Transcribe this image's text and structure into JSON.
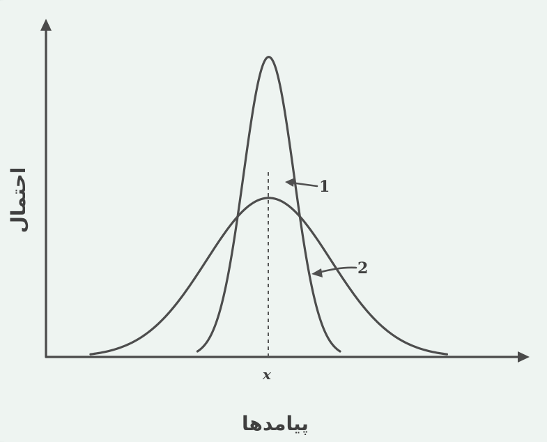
{
  "chart_data": {
    "type": "line",
    "xlabel": "پیامدها",
    "ylabel": "احتمال",
    "x_marker_label": "x",
    "series": [
      {
        "name": "1",
        "center": 0,
        "sigma": 0.85,
        "peak": 1.0,
        "support": [
          -2.4,
          2.4
        ]
      },
      {
        "name": "2",
        "center": 0,
        "sigma": 2.1,
        "peak": 0.53,
        "support": [
          -6.0,
          6.0
        ]
      }
    ],
    "xlim": [
      -7.5,
      8.5
    ],
    "ylim": [
      0,
      1.12
    ],
    "grid": false,
    "colors": {
      "curves": "#4d4d4d",
      "axes": "#4a4a4a",
      "background": "#eef4f1"
    }
  }
}
